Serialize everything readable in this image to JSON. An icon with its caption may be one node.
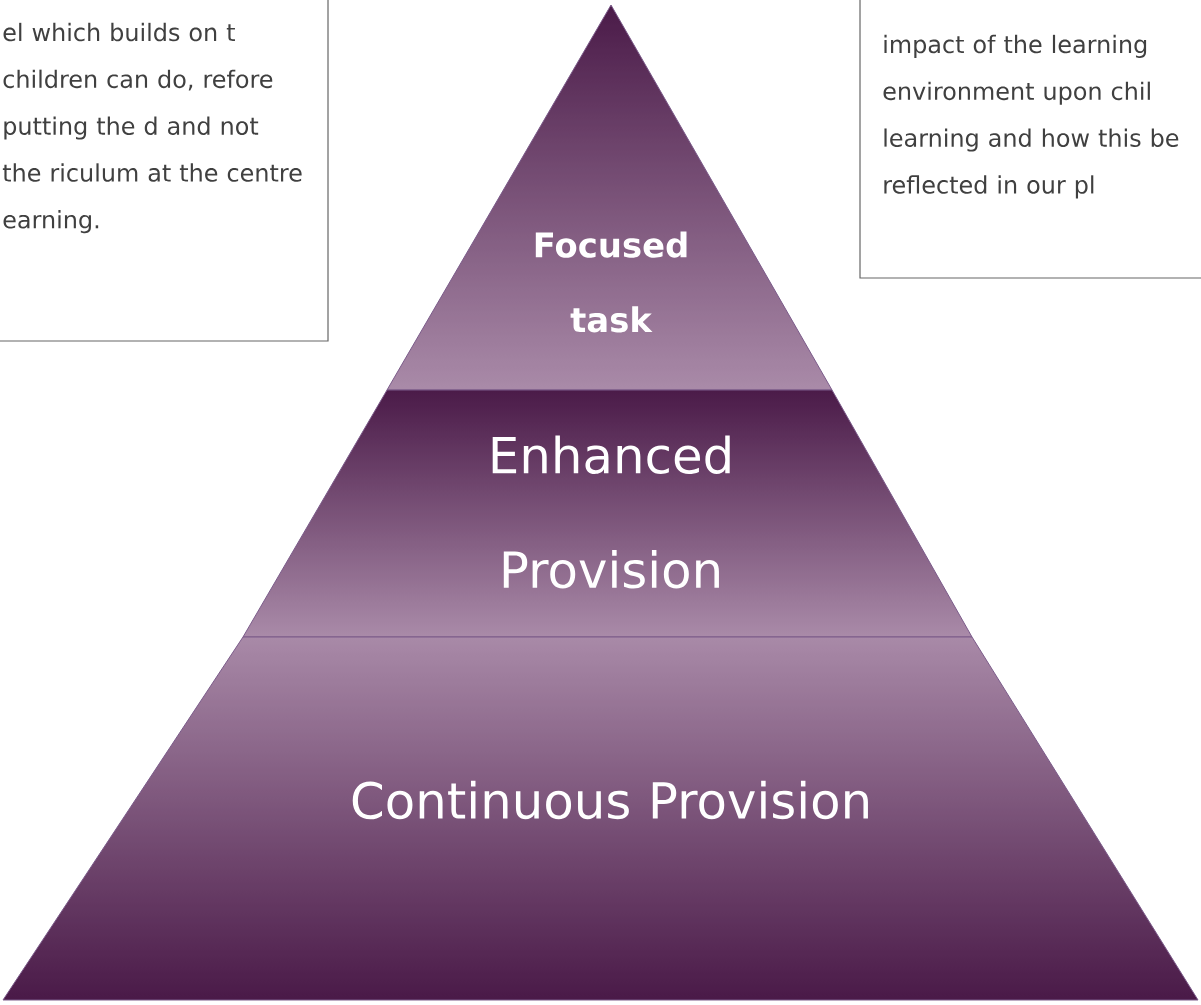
{
  "diagram": {
    "nodes": [
      {
        "text": [
          "el which builds on t children can do, refore putting the d and not the riculum at the centre earning."
        ]
      },
      {
        "text": [
          "impact of the learning environment upon chil learning and how this be reflected in our pl"
        ]
      },
      {
        "text": [
          "Focused task"
        ]
      },
      {
        "text": [
          "Enhanced Provision"
        ]
      },
      {
        "text": [
          "Continuous Provision"
        ]
      }
    ]
  }
}
